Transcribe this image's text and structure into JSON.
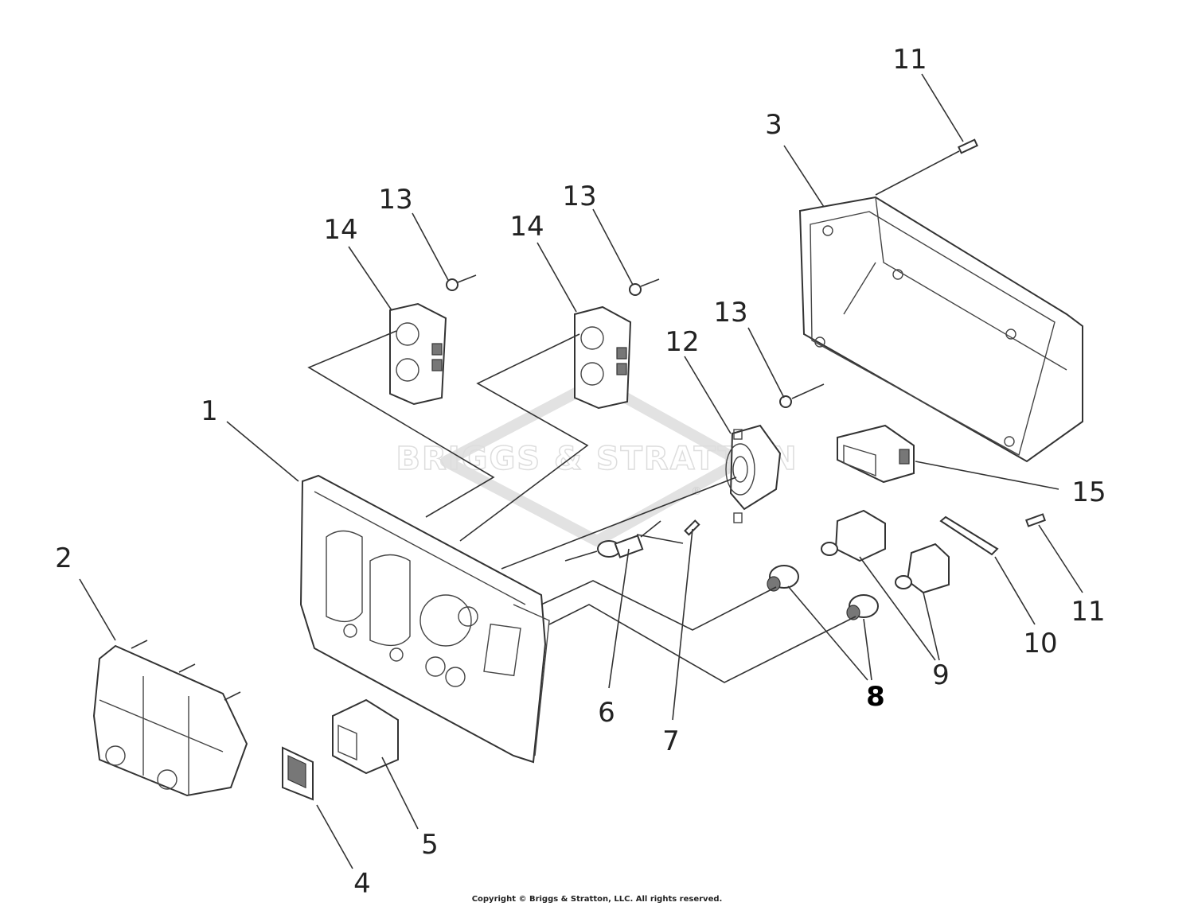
{
  "watermark": {
    "text": "BRIGGS & STRATTON",
    "registered": "®"
  },
  "copyright": "Copyright © Briggs & Stratton, LLC. All rights reserved.",
  "callouts": {
    "c1": "1",
    "c2": "2",
    "c3": "3",
    "c4": "4",
    "c5": "5",
    "c6": "6",
    "c7": "7",
    "c8": "8",
    "c9": "9",
    "c10": "10",
    "c11a": "11",
    "c11b": "11",
    "c12": "12",
    "c13a": "13",
    "c13b": "13",
    "c13c": "13",
    "c14a": "14",
    "c14b": "14",
    "c15": "15"
  }
}
